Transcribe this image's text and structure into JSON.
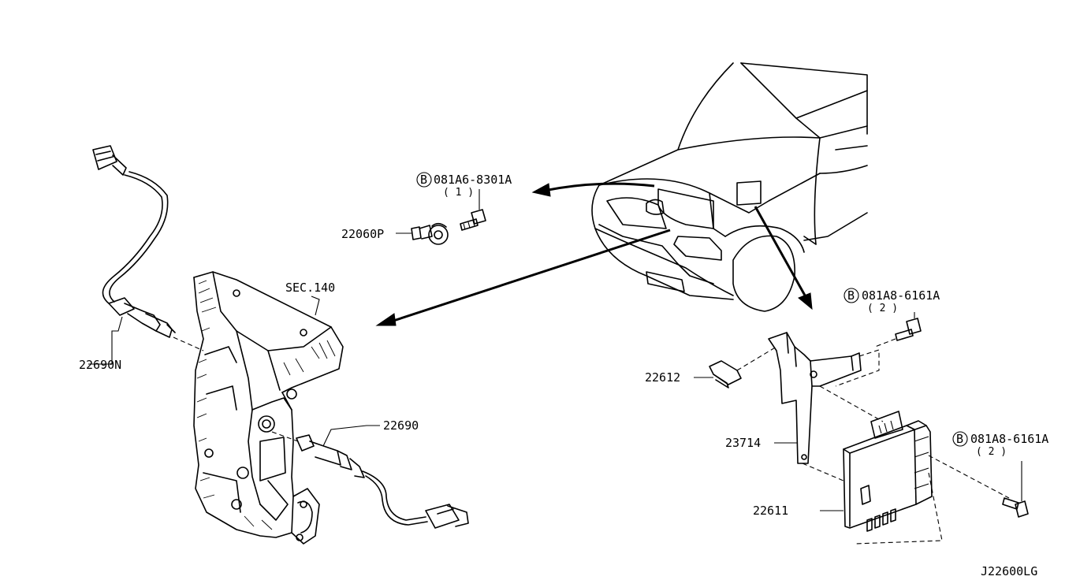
{
  "labels": {
    "o2_sensor_upstream": "22690N",
    "o2_sensor_downstream": "22690",
    "section_ref": "SEC.140",
    "knock_sensor": "22060P",
    "bolt_knock": "081A6-8301A",
    "bolt_knock_qty": "( 1 )",
    "bolt_bracket": "081A8-6161A",
    "bolt_bracket_qty": "( 2 )",
    "bolt_ecm": "081A8-6161A",
    "bolt_ecm_qty": "( 2 )",
    "bracket_small": "22612",
    "bracket_main": "23714",
    "ecm_unit": "22611",
    "drawing_code": "J22600LG"
  },
  "bolt_symbol": "B"
}
